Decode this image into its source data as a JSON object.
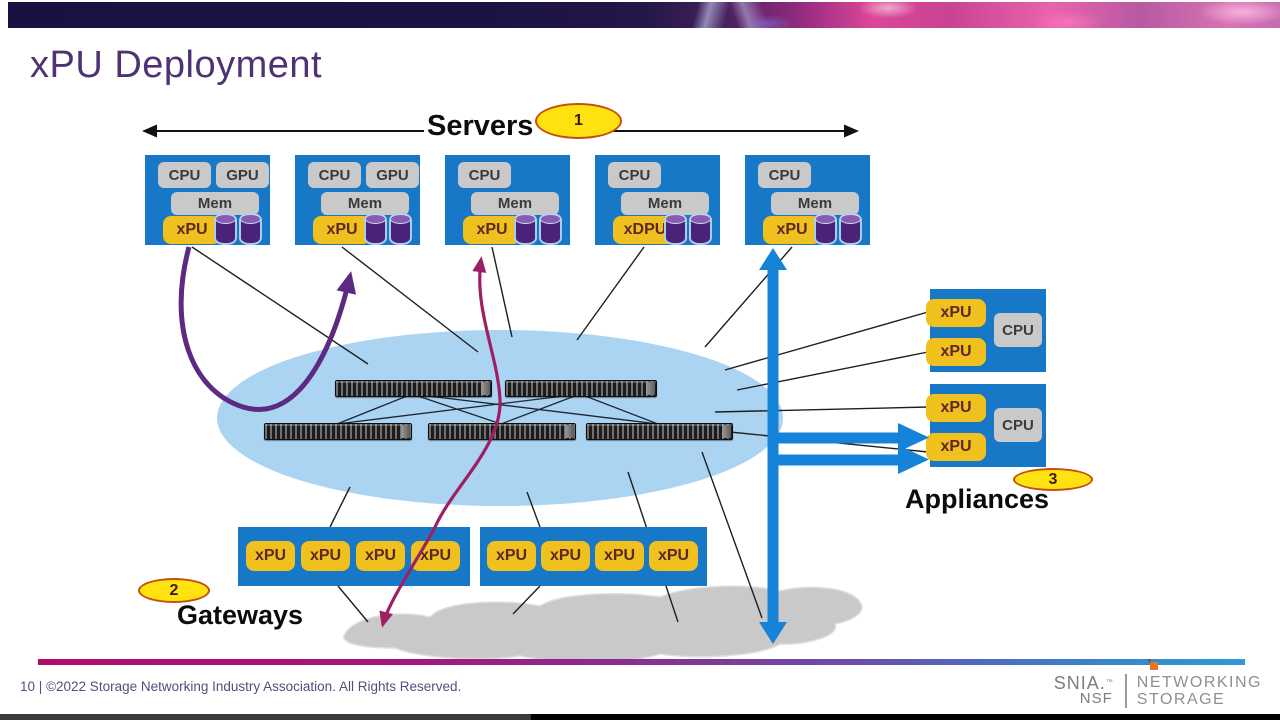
{
  "title": "xPU Deployment",
  "servers": {
    "label": "Servers",
    "badge": "1",
    "items": [
      {
        "cpu": "CPU",
        "gpu": "GPU",
        "mem": "Mem",
        "xpu": "xPU"
      },
      {
        "cpu": "CPU",
        "gpu": "GPU",
        "mem": "Mem",
        "xpu": "xPU"
      },
      {
        "cpu": "CPU",
        "mem": "Mem",
        "xpu": "xPU"
      },
      {
        "cpu": "CPU",
        "mem": "Mem",
        "xpu": "xDPU"
      },
      {
        "cpu": "CPU",
        "mem": "Mem",
        "xpu": "xPU"
      }
    ]
  },
  "appliances": {
    "label": "Appliances",
    "badge": "3",
    "items": [
      {
        "xpus": [
          "xPU",
          "xPU"
        ],
        "cpu": "CPU"
      },
      {
        "xpus": [
          "xPU",
          "xPU"
        ],
        "cpu": "CPU"
      }
    ]
  },
  "gateways": {
    "label": "Gateways",
    "badge": "2",
    "items": [
      {
        "xpus": [
          "xPU",
          "xPU",
          "xPU",
          "xPU"
        ]
      },
      {
        "xpus": [
          "xPU",
          "xPU",
          "xPU",
          "xPU"
        ]
      }
    ]
  },
  "footer": {
    "page_number": "10",
    "separator": "|",
    "copyright": "©2022 Storage Networking Industry Association.  All Rights Reserved.",
    "logo": {
      "snia": "SNIA",
      "tm": "™",
      "nsf": "NSF",
      "line1": "NETWORKING",
      "line2": "STORAGE"
    }
  },
  "colors": {
    "box_blue": "#1878C8",
    "chip_gray": "#C9C9C9",
    "xpu_yellow": "#F0C01E",
    "xpu_text": "#5C2823",
    "network_ellipse": "#ABD4F3",
    "cloud_gray": "#C9C9C9",
    "purple_arrow": "#5B2A82",
    "magenta_arrow": "#9E1F63",
    "blue_arrow": "#1583D8",
    "badge_yellow": "#FFE20F",
    "badge_border": "#C4510F",
    "title_purple": "#4E3274",
    "footer_text": "#5B4A7E"
  }
}
